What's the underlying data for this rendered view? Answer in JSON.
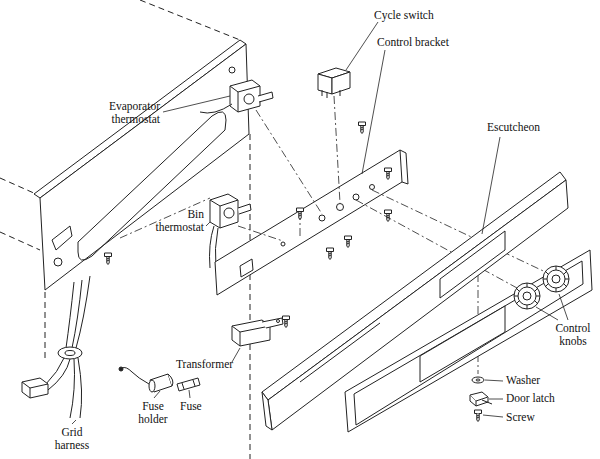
{
  "diagram": {
    "labels": [
      "Evaporator thermostat",
      "Cycle switch",
      "Control bracket",
      "Escutcheon",
      "Bin thermostat",
      "Transformer",
      "Control knobs",
      "Washer",
      "Door latch",
      "Screw",
      "Fuse holder",
      "Fuse",
      "Grid harness"
    ]
  }
}
